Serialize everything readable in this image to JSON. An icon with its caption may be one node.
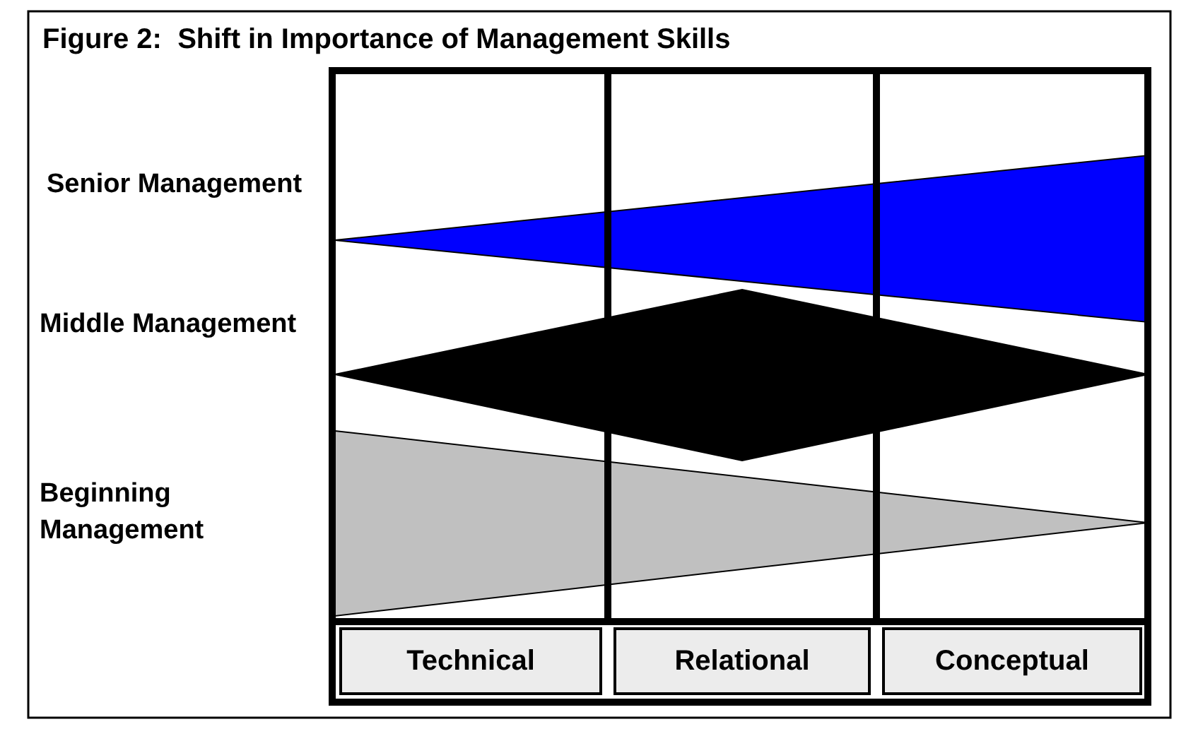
{
  "diagram": {
    "title": "Figure 2:  Shift in Importance of Management Skills",
    "labels": [
      "Senior Management",
      "Middle Management",
      "Beginning Management",
      "Technical",
      "Relational",
      "Conceptual"
    ]
  }
}
